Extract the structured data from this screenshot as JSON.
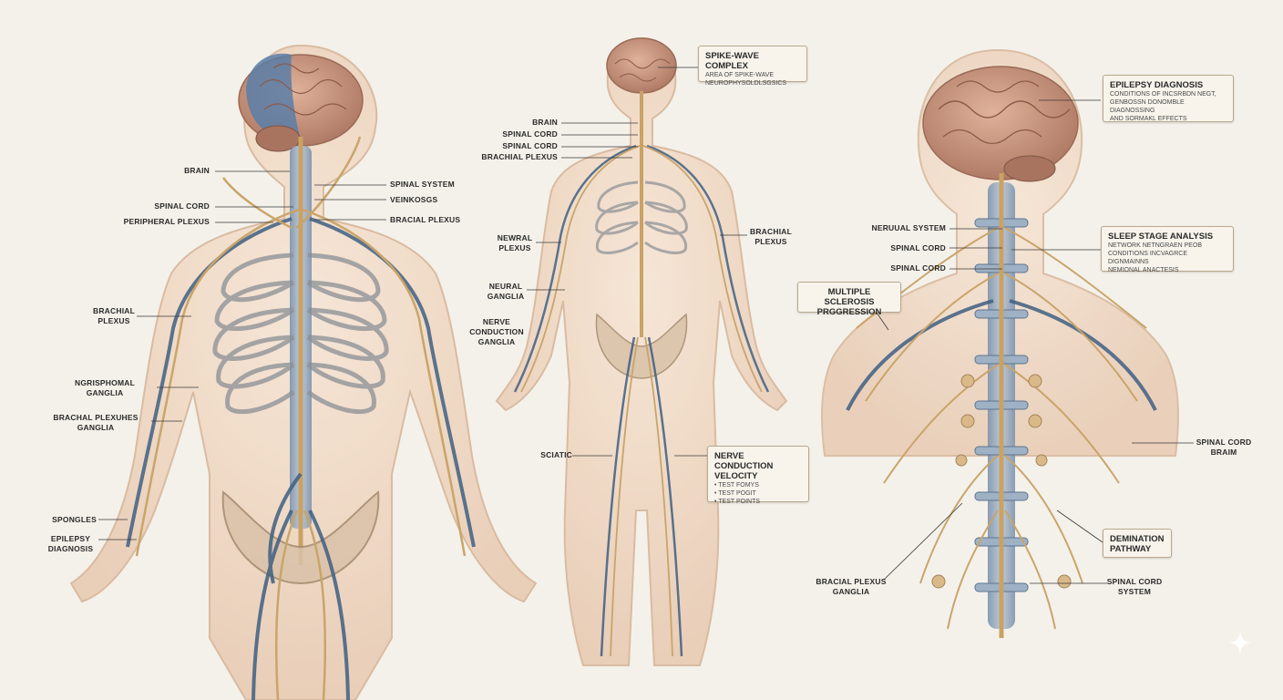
{
  "colors": {
    "background": "#f4f1ea",
    "skin": "#efd9c4",
    "nerve": "#c9a56a",
    "vessel": "#3f5f82",
    "brain": "#c99680",
    "label_text": "#2b2b2b"
  },
  "figure_left": {
    "labels": {
      "brain": "BRAIN",
      "spinal_cord": "SPINAL CORD",
      "peripheral_plexus": "PERIPHERAL PLEXUS",
      "brachial_1": "BRACHIAL",
      "brachial_2": "PLEXUS",
      "ngris_1": "NGRISPHOMAL",
      "ngris_2": "GANGLIA",
      "brachal_1": "BRACHAL PLEXUHES",
      "brachal_2": "GANGLIA",
      "spongles": "SPONGLES",
      "epilepsy_1": "EPILEPSY",
      "epilepsy_2": "DIAGNOSIS",
      "spinal_system": "SPINAL SYSTEM",
      "veinkosgs": "VEINKOSGS",
      "bracial_plexus": "BRACIAL PLEXUS"
    }
  },
  "figure_middle": {
    "labels": {
      "brain": "BRAIN",
      "spinal_cord_1": "SPINAL CORD",
      "spinal_cord_2": "SPINAL CORD",
      "brachial_plexus": "BRACHIAL PLEXUS",
      "newral_1": "NEWRAL",
      "newral_2": "PLEXUS",
      "neural_1": "NEURAL",
      "neural_2": "GANGLIA",
      "nerve_1": "NERVE",
      "nerve_2": "CONDUCTION",
      "nerve_3": "GANGLIA",
      "sciatic": "SCIATIC",
      "brachial_r1": "BRACHIAL",
      "brachial_r2": "PLEXUS"
    },
    "boxes": {
      "spike": {
        "title": "SPIKE-WAVE COMPLEX",
        "line1": "AREA OF SPIKE-WAVE",
        "line2": "NEUROPHYSOLDLSGSICS"
      },
      "ncv": {
        "title1": "NERVE CONDUCTION",
        "title2": "VELOCITY",
        "line1": "• TEST FOMYS",
        "line2": "• TEST POGIT",
        "line3": "• TEST POINTS"
      }
    }
  },
  "figure_right": {
    "labels": {
      "neruual": "NERUUAL SYSTEM",
      "spinal_cord_1": "SPINAL CORD",
      "spinal_cord_2": "SPINAL CORD",
      "spinal_brain_1": "SPINAL CORD",
      "spinal_brain_2": "BRAIM",
      "bracial_1": "BRACIAL PLEXUS",
      "bracial_2": "GANGLIA",
      "scs_1": "SPINAL CORD",
      "scs_2": "SYSTEM"
    },
    "boxes": {
      "epilepsy": {
        "title": "EPILEPSY DIAGNOSIS",
        "line1": "CONDITIONS OF INCSRBDN NEGT,",
        "line2": "GENBOSSN DONOMBLE DIAGNOSSING",
        "line3": "AND SORMAKL EFFECTS"
      },
      "sleep": {
        "title": "SLEEP STAGE ANALYSIS",
        "line1": "NETWORK NETNGRAEN PEOB",
        "line2": "CONDITIONS INCVAGRCE DIGNMAINNS",
        "line3": "NEMIONAL ANACTESIS"
      },
      "ms": {
        "title1": "MULTIPLE SCLEROSIS",
        "title2": "PRGGRESSION"
      },
      "demination": {
        "title1": "DEMINATION",
        "title2": "PATHWAY"
      }
    }
  }
}
